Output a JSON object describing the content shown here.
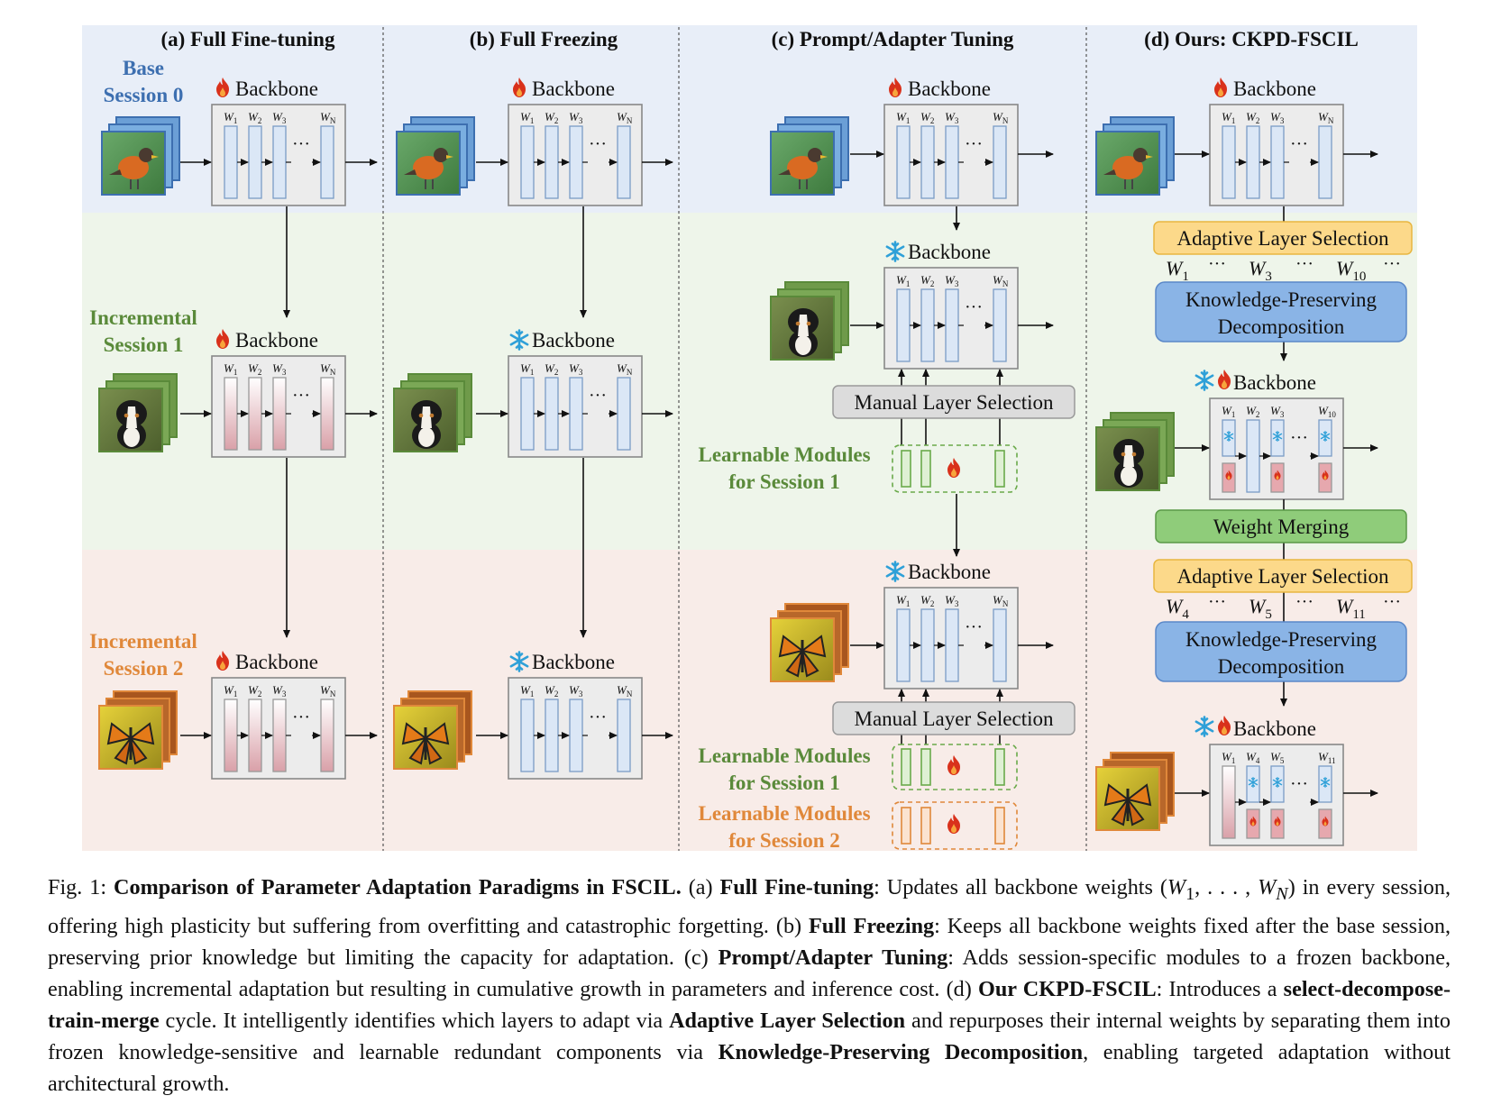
{
  "columns": {
    "a": "(a) Full Fine-tuning",
    "b": "(b) Full Freezing",
    "c": "(c) Prompt/Adapter Tuning",
    "d": "(d) Ours: CKPD-FSCIL"
  },
  "rows": {
    "base_line1": "Base",
    "base_line2": "Session 0",
    "inc1_line1": "Incremental",
    "inc1_line2": "Session 1",
    "inc2_line1": "Incremental",
    "inc2_line2": "Session 2"
  },
  "backbone_label": "Backbone",
  "weights": {
    "w1": "W",
    "sub1": "1",
    "sub2": "2",
    "sub3": "3",
    "subN": "N",
    "sub4": "4",
    "sub5": "5",
    "sub10": "10",
    "sub11": "11",
    "dots": "···"
  },
  "manual_layer_selection": "Manual Layer Selection",
  "learnable_modules": {
    "s1_line1": "Learnable Modules",
    "s1_line2": "for Session 1",
    "s2_line1": "Learnable Modules",
    "s2_line2": "for Session 2"
  },
  "ours": {
    "adaptive_layer_selection": "Adaptive Layer Selection",
    "kpd_line1": "Knowledge-Preserving",
    "kpd_line2": "Decomposition",
    "weight_merging": "Weight Merging"
  },
  "colors": {
    "base_bg": "#e8eef8",
    "inc1_bg": "#eef5ea",
    "inc2_bg": "#f8ece8",
    "base_label": "#3d6fb0",
    "inc1_label": "#5a8a3a",
    "inc2_label": "#e0883a",
    "fire": "#d9311b",
    "snow": "#2ea0d8"
  },
  "caption": {
    "fig": "Fig. 1:",
    "title": "Comparison of Parameter Adaptation Paradigms in FSCIL.",
    "a_tag": "(a)",
    "a_name": "Full Fine-tuning",
    "a_text1": ": Updates all backbone weights (",
    "a_w1": "W",
    "a_sub1": "1",
    "a_mid": ", . . . , ",
    "a_wN": "W",
    "a_subN": "N",
    "a_text2": ") in every session, offering high plasticity but suffering from overfitting and catastrophic forgetting.",
    "b_tag": "(b)",
    "b_name": "Full Freezing",
    "b_text": ": Keeps all backbone weights fixed after the base session, preserving prior knowledge but limiting the capacity for adaptation.",
    "c_tag": "(c)",
    "c_name": "Prompt/Adapter Tuning",
    "c_text": ": Adds session-specific modules to a frozen backbone, enabling incremental adaptation but resulting in cumulative growth in parameters and inference cost.",
    "d_tag": "(d)",
    "d_name": "Our CKPD-FSCIL",
    "d_text1": ": Introduces a",
    "d_cycle": "select-decompose-train-merge",
    "d_text2": "cycle. It intelligently identifies which layers to adapt via",
    "d_als": "Adaptive Layer Selection",
    "d_text3": "and repurposes their internal weights by separating them into frozen knowledge-sensitive and learnable redundant components via",
    "d_kpd": "Knowledge-Preserving Decomposition",
    "d_text4": ", enabling targeted adaptation without architectural growth."
  }
}
